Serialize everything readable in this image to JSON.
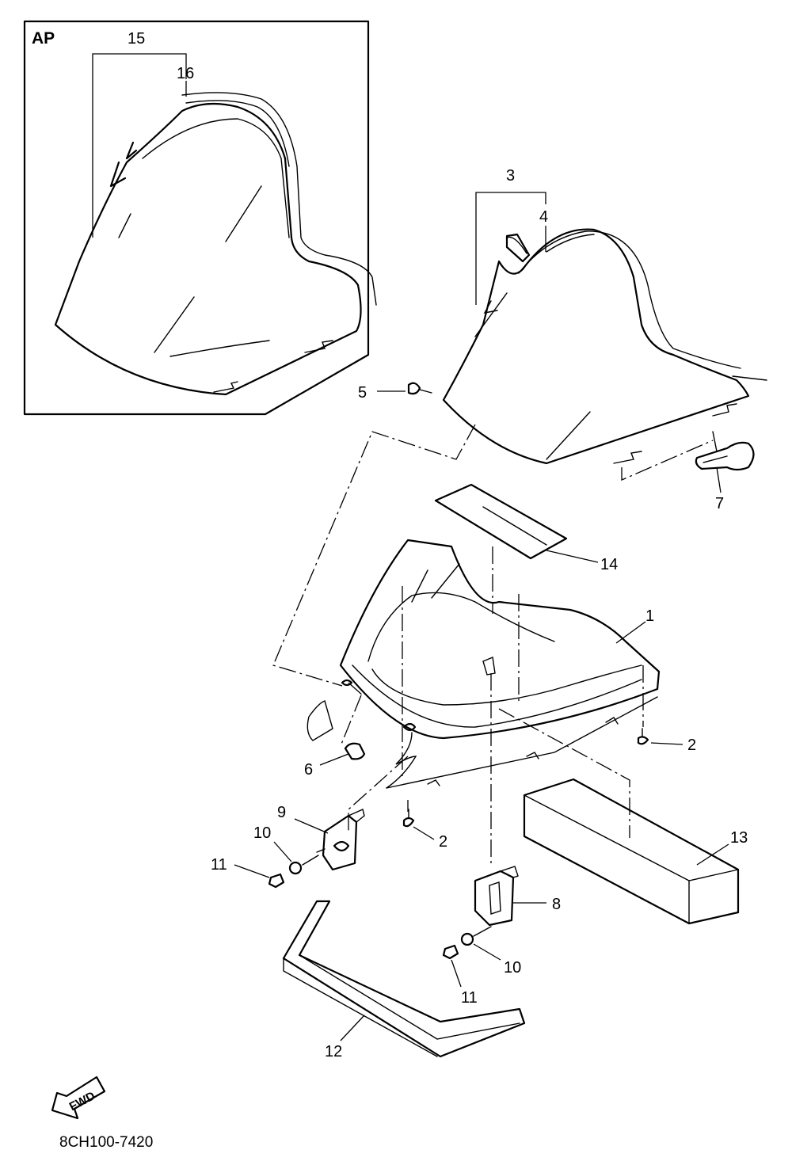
{
  "inset": {
    "label": "AP",
    "callouts": {
      "c15": "15",
      "c16": "16"
    }
  },
  "callouts": {
    "c1": "1",
    "c2a": "2",
    "c2b": "2",
    "c3": "3",
    "c4": "4",
    "c5": "5",
    "c6": "6",
    "c7": "7",
    "c8": "8",
    "c9": "9",
    "c10a": "10",
    "c10b": "10",
    "c11a": "11",
    "c11b": "11",
    "c12": "12",
    "c13": "13",
    "c14": "14"
  },
  "direction_arrow": {
    "label": "FWD",
    "icon": "fwd-arrow-icon"
  },
  "diagram_code": "8CH100-7420"
}
